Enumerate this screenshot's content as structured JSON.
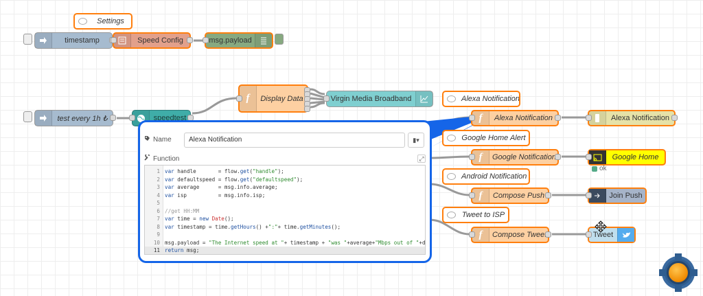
{
  "colors": {
    "inject": "#a6bbcf",
    "function": "#fdd0a2",
    "speedconfig": "#e2a08b",
    "debug": "#87a980",
    "template": "#7fcfd0",
    "alexa": "#e6e2a8",
    "google": "#ffff00",
    "pushbullet": "#a6b4c9",
    "twitter": "#c0deed",
    "speedtest": "#3fada8",
    "selected": "#ff7f0e",
    "tray_border": "#1565e8"
  },
  "nodes": {
    "settings_comment": {
      "label": "Settings",
      "icon": "comment-icon"
    },
    "timestamp": {
      "label": "timestamp",
      "icon": "inject-arrow-icon"
    },
    "speed_config": {
      "label": "Speed Config",
      "icon": "change-icon"
    },
    "msg_payload": {
      "label": "msg.payload",
      "icon": "list-icon"
    },
    "test_every": {
      "label": "test every 1h ₺",
      "icon": "inject-arrow-icon"
    },
    "speedtest": {
      "label": "speedtest",
      "icon": "globe-icon"
    },
    "display_data": {
      "label": "Display Data",
      "icon": "function-icon"
    },
    "virgin_media": {
      "label": "Virgin Media Broadband",
      "icon": "chart-icon"
    },
    "alexa_comment": {
      "label": "Alexa Notification",
      "icon": "comment-icon"
    },
    "alexa_fn": {
      "label": "Alexa Notification",
      "icon": "function-icon"
    },
    "alexa_out": {
      "label": "Alexa Notification",
      "icon": "alexa-icon"
    },
    "google_comment": {
      "label": "Google Home Alert",
      "icon": "comment-icon"
    },
    "google_fn": {
      "label": "Google Notification",
      "icon": "function-icon"
    },
    "google_home": {
      "label": "Google Home",
      "icon": "cast-icon",
      "status": "ok"
    },
    "android_comment": {
      "label": "Android Notification",
      "icon": "comment-icon"
    },
    "compose_push": {
      "label": "Compose Push",
      "icon": "function-icon"
    },
    "join_push": {
      "label": "Join Push",
      "icon": "push-icon"
    },
    "tweet_comment": {
      "label": "Tweet to ISP",
      "icon": "comment-icon"
    },
    "compose_tweet": {
      "label": "Compose Tweet",
      "icon": "function-icon"
    },
    "tweet": {
      "label": "Tweet",
      "icon": "twitter-icon"
    }
  },
  "tray": {
    "name_label": "Name",
    "name_value": "Alexa Notification",
    "function_label": "Function",
    "code_lines": [
      "var handle       = flow.get(\"handle\");",
      "var defaultspeed = flow.get(\"defaultspeed\");",
      "var average      = msg.info.average;",
      "var isp          = msg.info.isp;",
      "",
      "//get HH:MM",
      "var time = new Date();",
      "var timestamp = time.getHours() +\":\"+ time.getMinutes();",
      "",
      "msg.payload = \"The Internet speed at \"+ timestamp + \"was \"+average+\"Mbps out of \"+defaul",
      "return msg;"
    ],
    "current_line": 11
  }
}
